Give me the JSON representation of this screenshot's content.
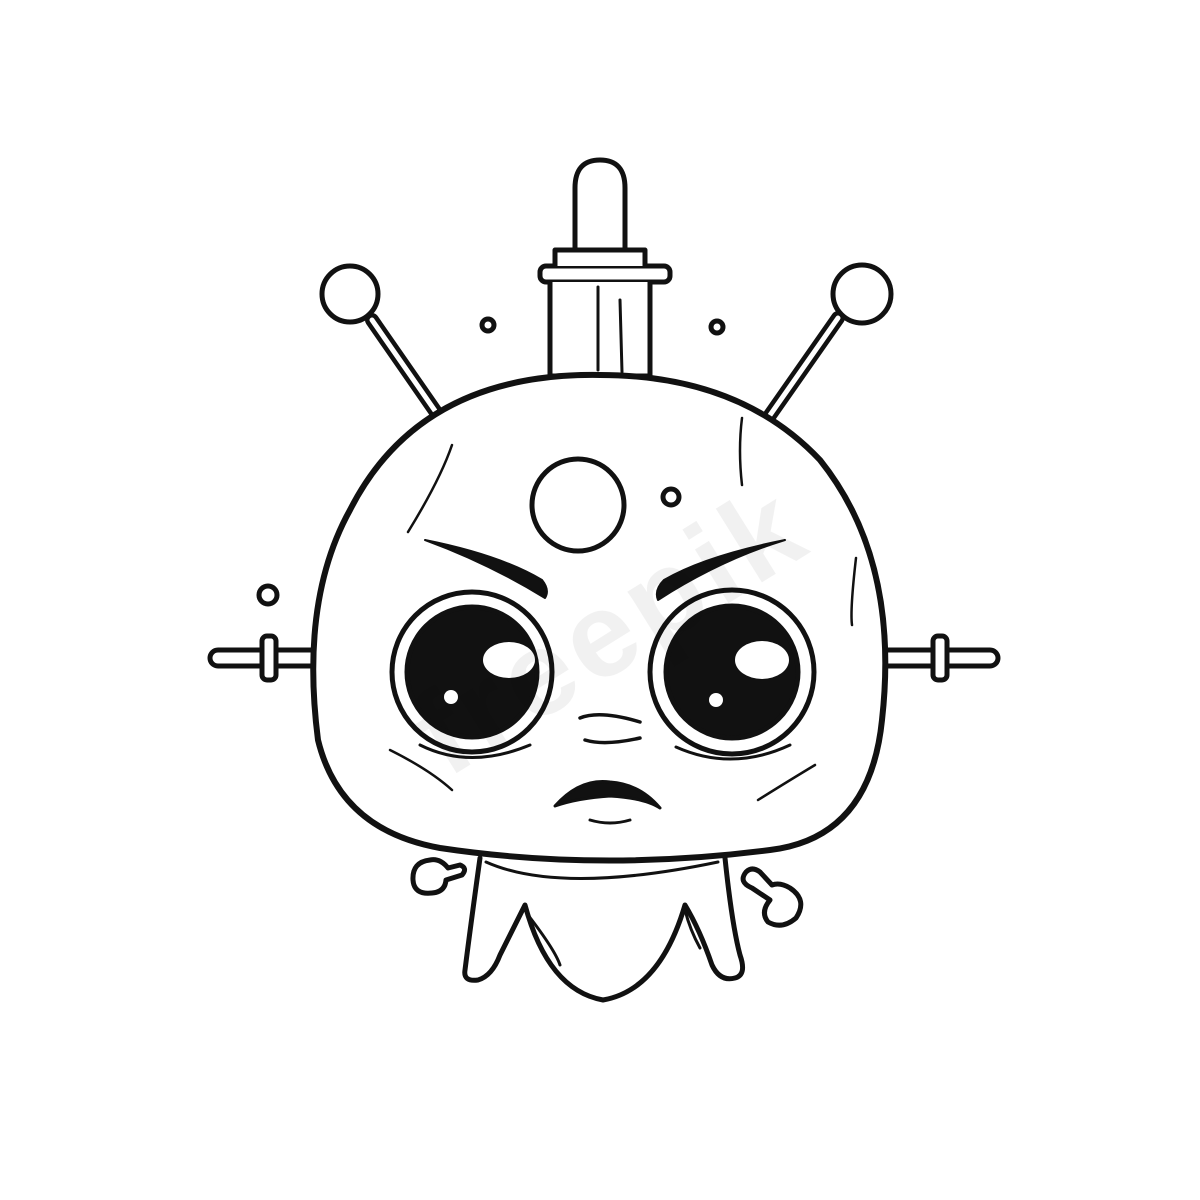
{
  "illustration": {
    "subject": "angry-alien-robot-coloring-page",
    "style": "black line art on white",
    "ink_color": "#111111",
    "background_color": "#ffffff"
  },
  "watermark": {
    "text": "freepik"
  }
}
